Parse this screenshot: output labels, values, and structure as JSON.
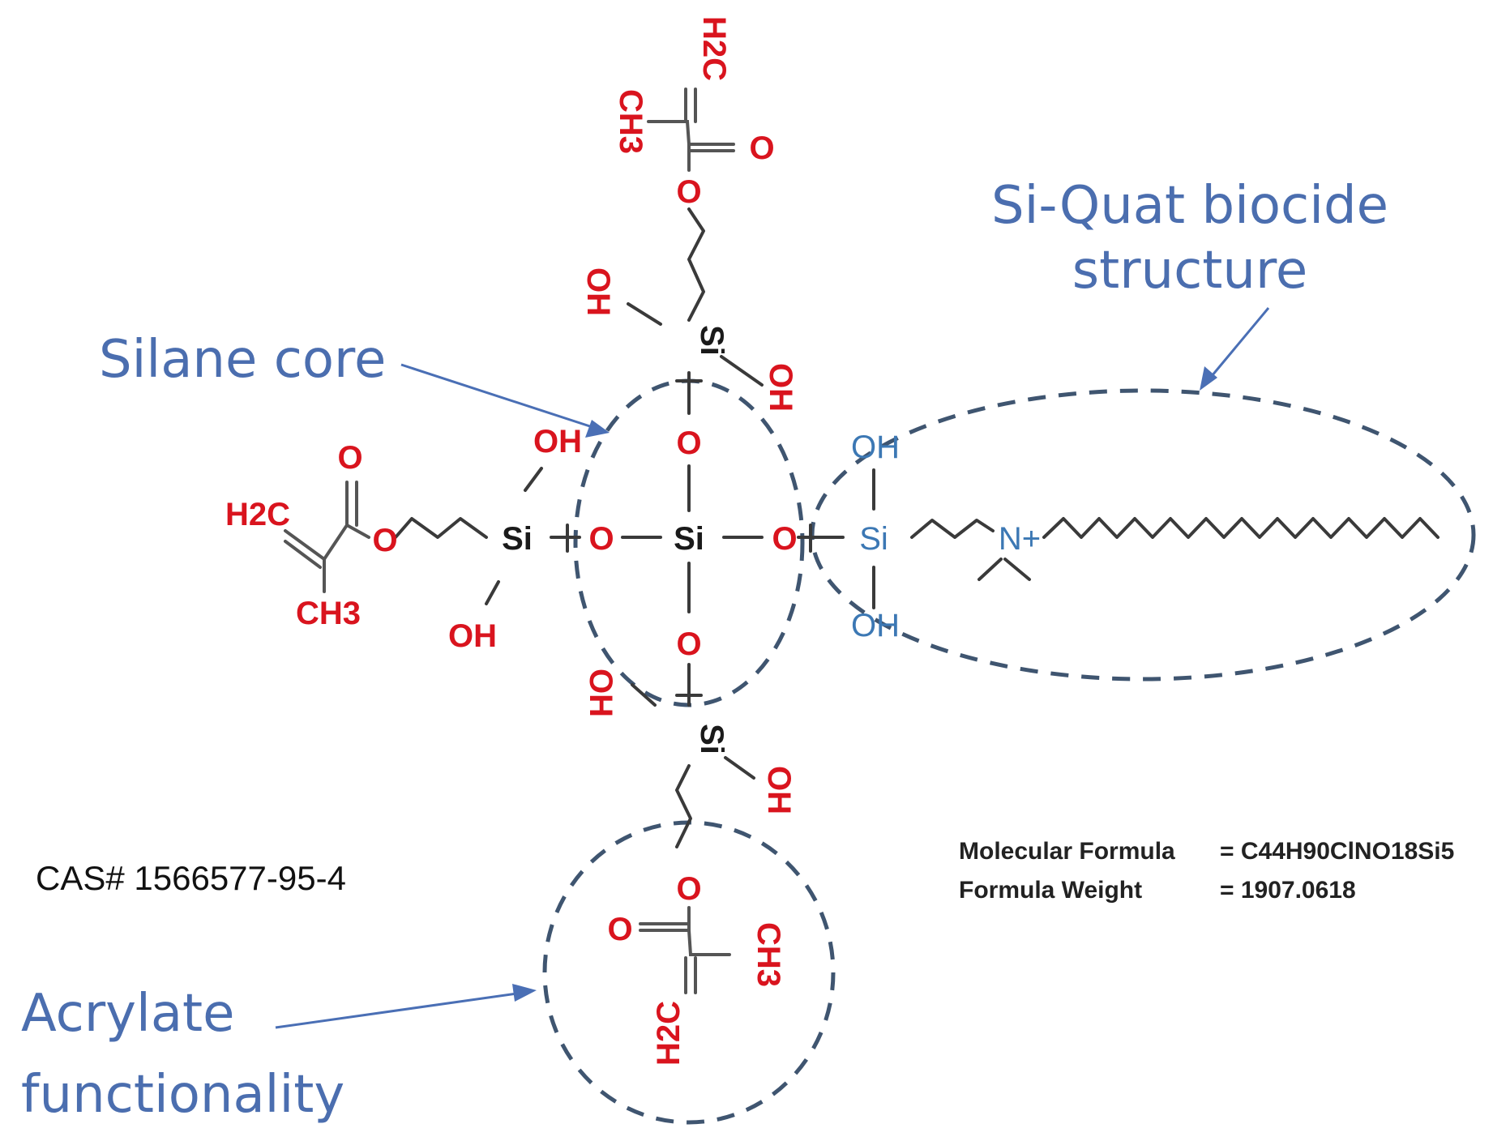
{
  "labels": {
    "silane_core": "Silane core",
    "si_quat_line1": "Si-Quat biocide",
    "si_quat_line2": "structure",
    "acrylate_line1": "Acrylate",
    "acrylate_line2": "functionality",
    "cas": "CAS# 1566577-95-4"
  },
  "formula": {
    "molecular_label": "Molecular Formula",
    "molecular_value": "= C44H90ClNO18Si5",
    "weight_label": "Formula Weight",
    "weight_value": "= 1907.0618"
  },
  "atoms": {
    "si": "Si",
    "o": "O",
    "oh": "OH",
    "h2c": "H2C",
    "ch3": "CH3",
    "n_plus": "N+"
  },
  "colors": {
    "oxygen_groups": "#d9141e",
    "quat_groups": "#3c78b4",
    "callouts": "#4b6eaf"
  }
}
